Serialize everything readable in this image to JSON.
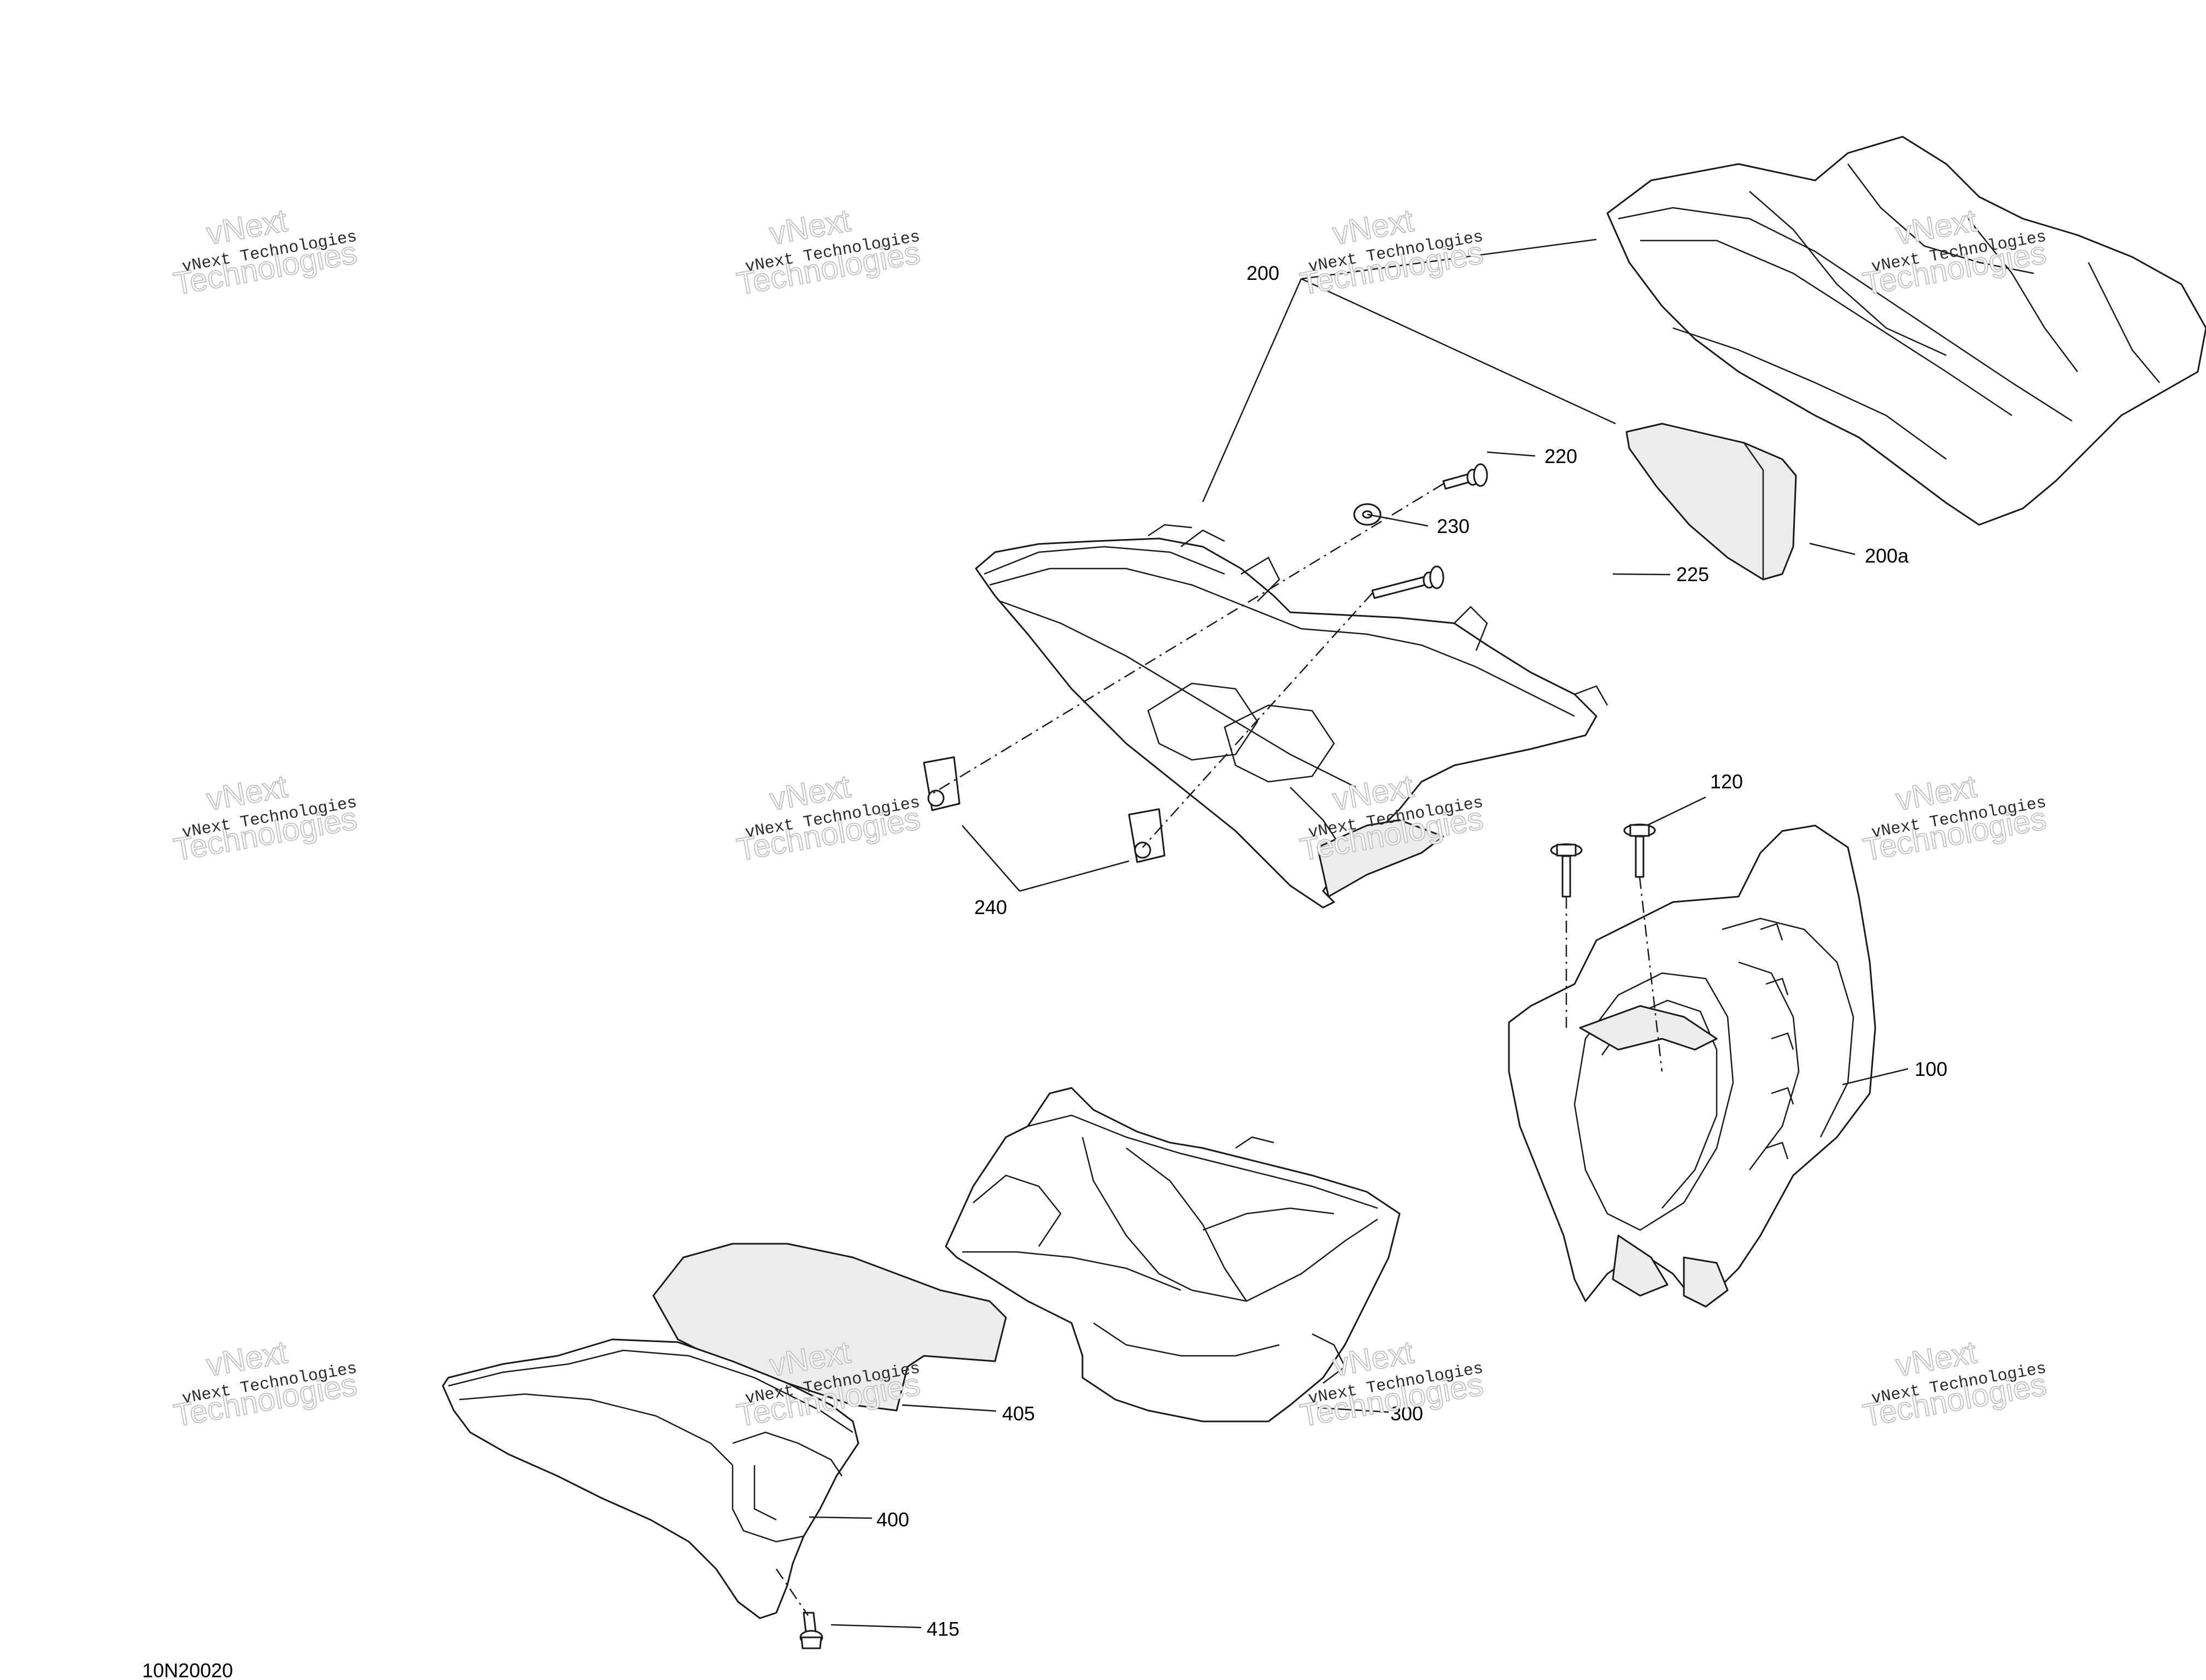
{
  "diagram": {
    "ref_code": "10N20020",
    "callouts": {
      "c100": "100",
      "c120": "120",
      "c200": "200",
      "c200a": "200a",
      "c220": "220",
      "c225": "225",
      "c230": "230",
      "c240": "240",
      "c300": "300",
      "c400": "400",
      "c405": "405",
      "c415": "415"
    },
    "watermark": {
      "line1": "vNext Technologies",
      "line2a": "vNext",
      "line2b": "Technologies"
    }
  }
}
